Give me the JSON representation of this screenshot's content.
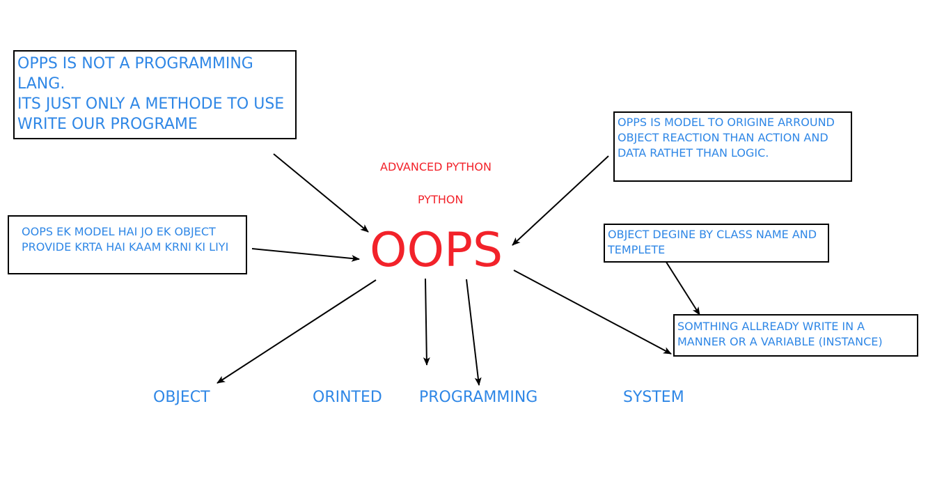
{
  "title": "OOPS",
  "subtitles": {
    "advanced": "ADVANCED PYTHON",
    "python": "PYTHON"
  },
  "notes": {
    "not_a_language": "OPPS IS NOT A PROGRAMMING LANG.\nITS JUST ONLY A METHODE TO USE WRITE OUR PROGRAME",
    "model_definition": "OPPS IS MODEL TO ORIGINE ARROUND OBJECT REACTION THAN ACTION AND DATA RATHET THAN LOGIC.",
    "ek_model": "OOPS EK MODEL HAI JO EK OBJECT PROVIDE KRTA HAI KAAM KRNI KI LIYI",
    "object_define": "OBJECT DEGINE BY CLASS NAME AND TEMPLETE",
    "instance": "SOMTHING ALLREADY WRITE IN A MANNER OR A VARIABLE (INSTANCE)"
  },
  "words": {
    "object": "OBJECT",
    "orinted": "ORINTED",
    "programming": "PROGRAMMING",
    "system": "SYSTEM"
  },
  "colors": {
    "text_blue": "#2f87e6",
    "text_red": "#f2222a",
    "border": "#000000",
    "arrow": "#000000"
  }
}
